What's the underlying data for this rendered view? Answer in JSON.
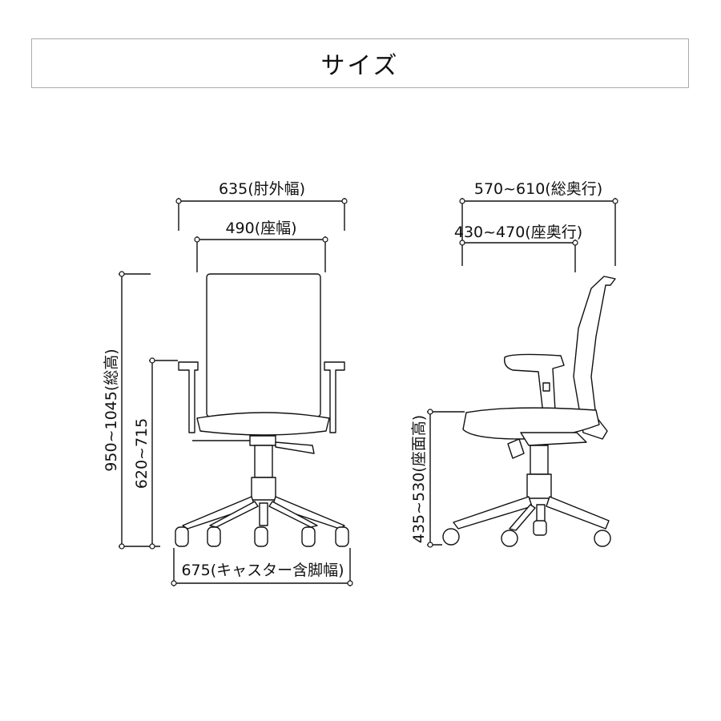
{
  "header": {
    "title": "サイズ"
  },
  "front_view": {
    "width_arm": "635(肘外幅)",
    "width_seat": "490(座幅)",
    "height_total": "950~1045(総高)",
    "height_arm": "620~715",
    "width_base": "675(キャスター含脚幅)"
  },
  "side_view": {
    "depth_total": "570~610(総奥行)",
    "depth_seat": "430~470(座奥行)",
    "height_seat": "435~530(座面高)"
  }
}
